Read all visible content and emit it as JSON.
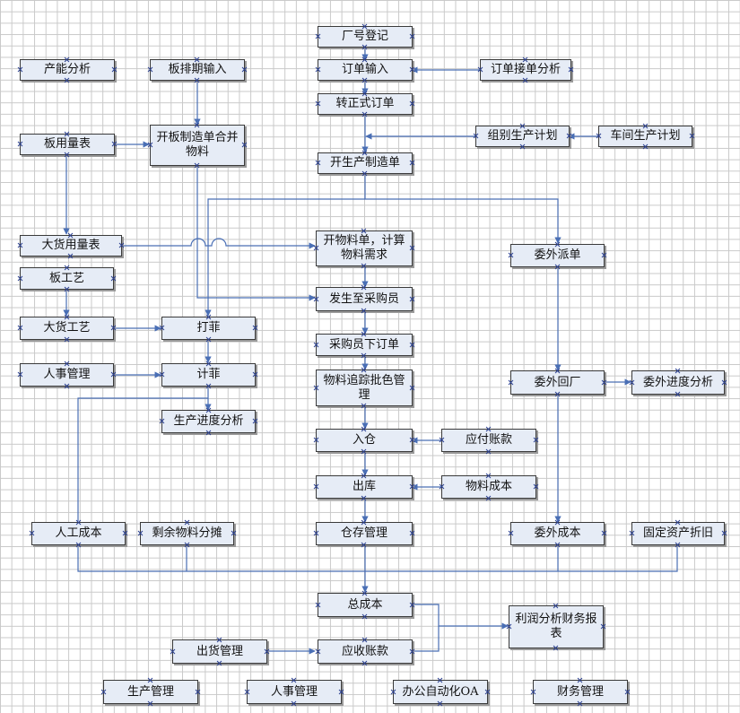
{
  "colors": {
    "box_fill": "#e6ecf6",
    "box_border": "#3a3a3a",
    "connector": "#4a6fb5",
    "grid": "#c9c9c9"
  },
  "nodes": {
    "factory_register": "厂号登记",
    "capacity_analysis": "产能分析",
    "board_schedule_input": "板排期输入",
    "order_input": "订单输入",
    "order_intake_analysis": "订单接单分析",
    "formal_order": "转正式订单",
    "board_usage": "板用量表",
    "open_board_order": "开板制造单合并物料",
    "group_production_plan": "组别生产计划",
    "workshop_production_plan": "车间生产计划",
    "open_production_order": "开生产制造单",
    "bulk_usage": "大货用量表",
    "open_material_list": "开物料单，计算物料需求",
    "outsourcing_dispatch": "委外派单",
    "board_process": "板工艺",
    "send_to_buyer": "发生至采购员",
    "bulk_process": "大货工艺",
    "dafei": "打菲",
    "buyer_order": "采购员下订单",
    "hr_management": "人事管理",
    "jifei": "计菲",
    "material_tracking": "物料追踪批色管理",
    "outsourcing_return": "委外回厂",
    "outsourcing_progress": "委外进度分析",
    "production_progress": "生产进度分析",
    "warehouse_in": "入仓",
    "accounts_payable": "应付账款",
    "warehouse_out": "出库",
    "material_cost": "物料成本",
    "labor_cost": "人工成本",
    "surplus_material": "剩余物料分摊",
    "inventory_management": "仓存管理",
    "outsourcing_cost": "委外成本",
    "fixed_asset_depreciation": "固定资产折旧",
    "total_cost": "总成本",
    "profit_analysis": "利润分析财务报表",
    "shipping_management": "出货管理",
    "accounts_receivable": "应收账款",
    "production_management": "生产管理",
    "hr_management_bottom": "人事管理",
    "office_automation": "办公自动化OA",
    "finance_management": "财务管理"
  }
}
